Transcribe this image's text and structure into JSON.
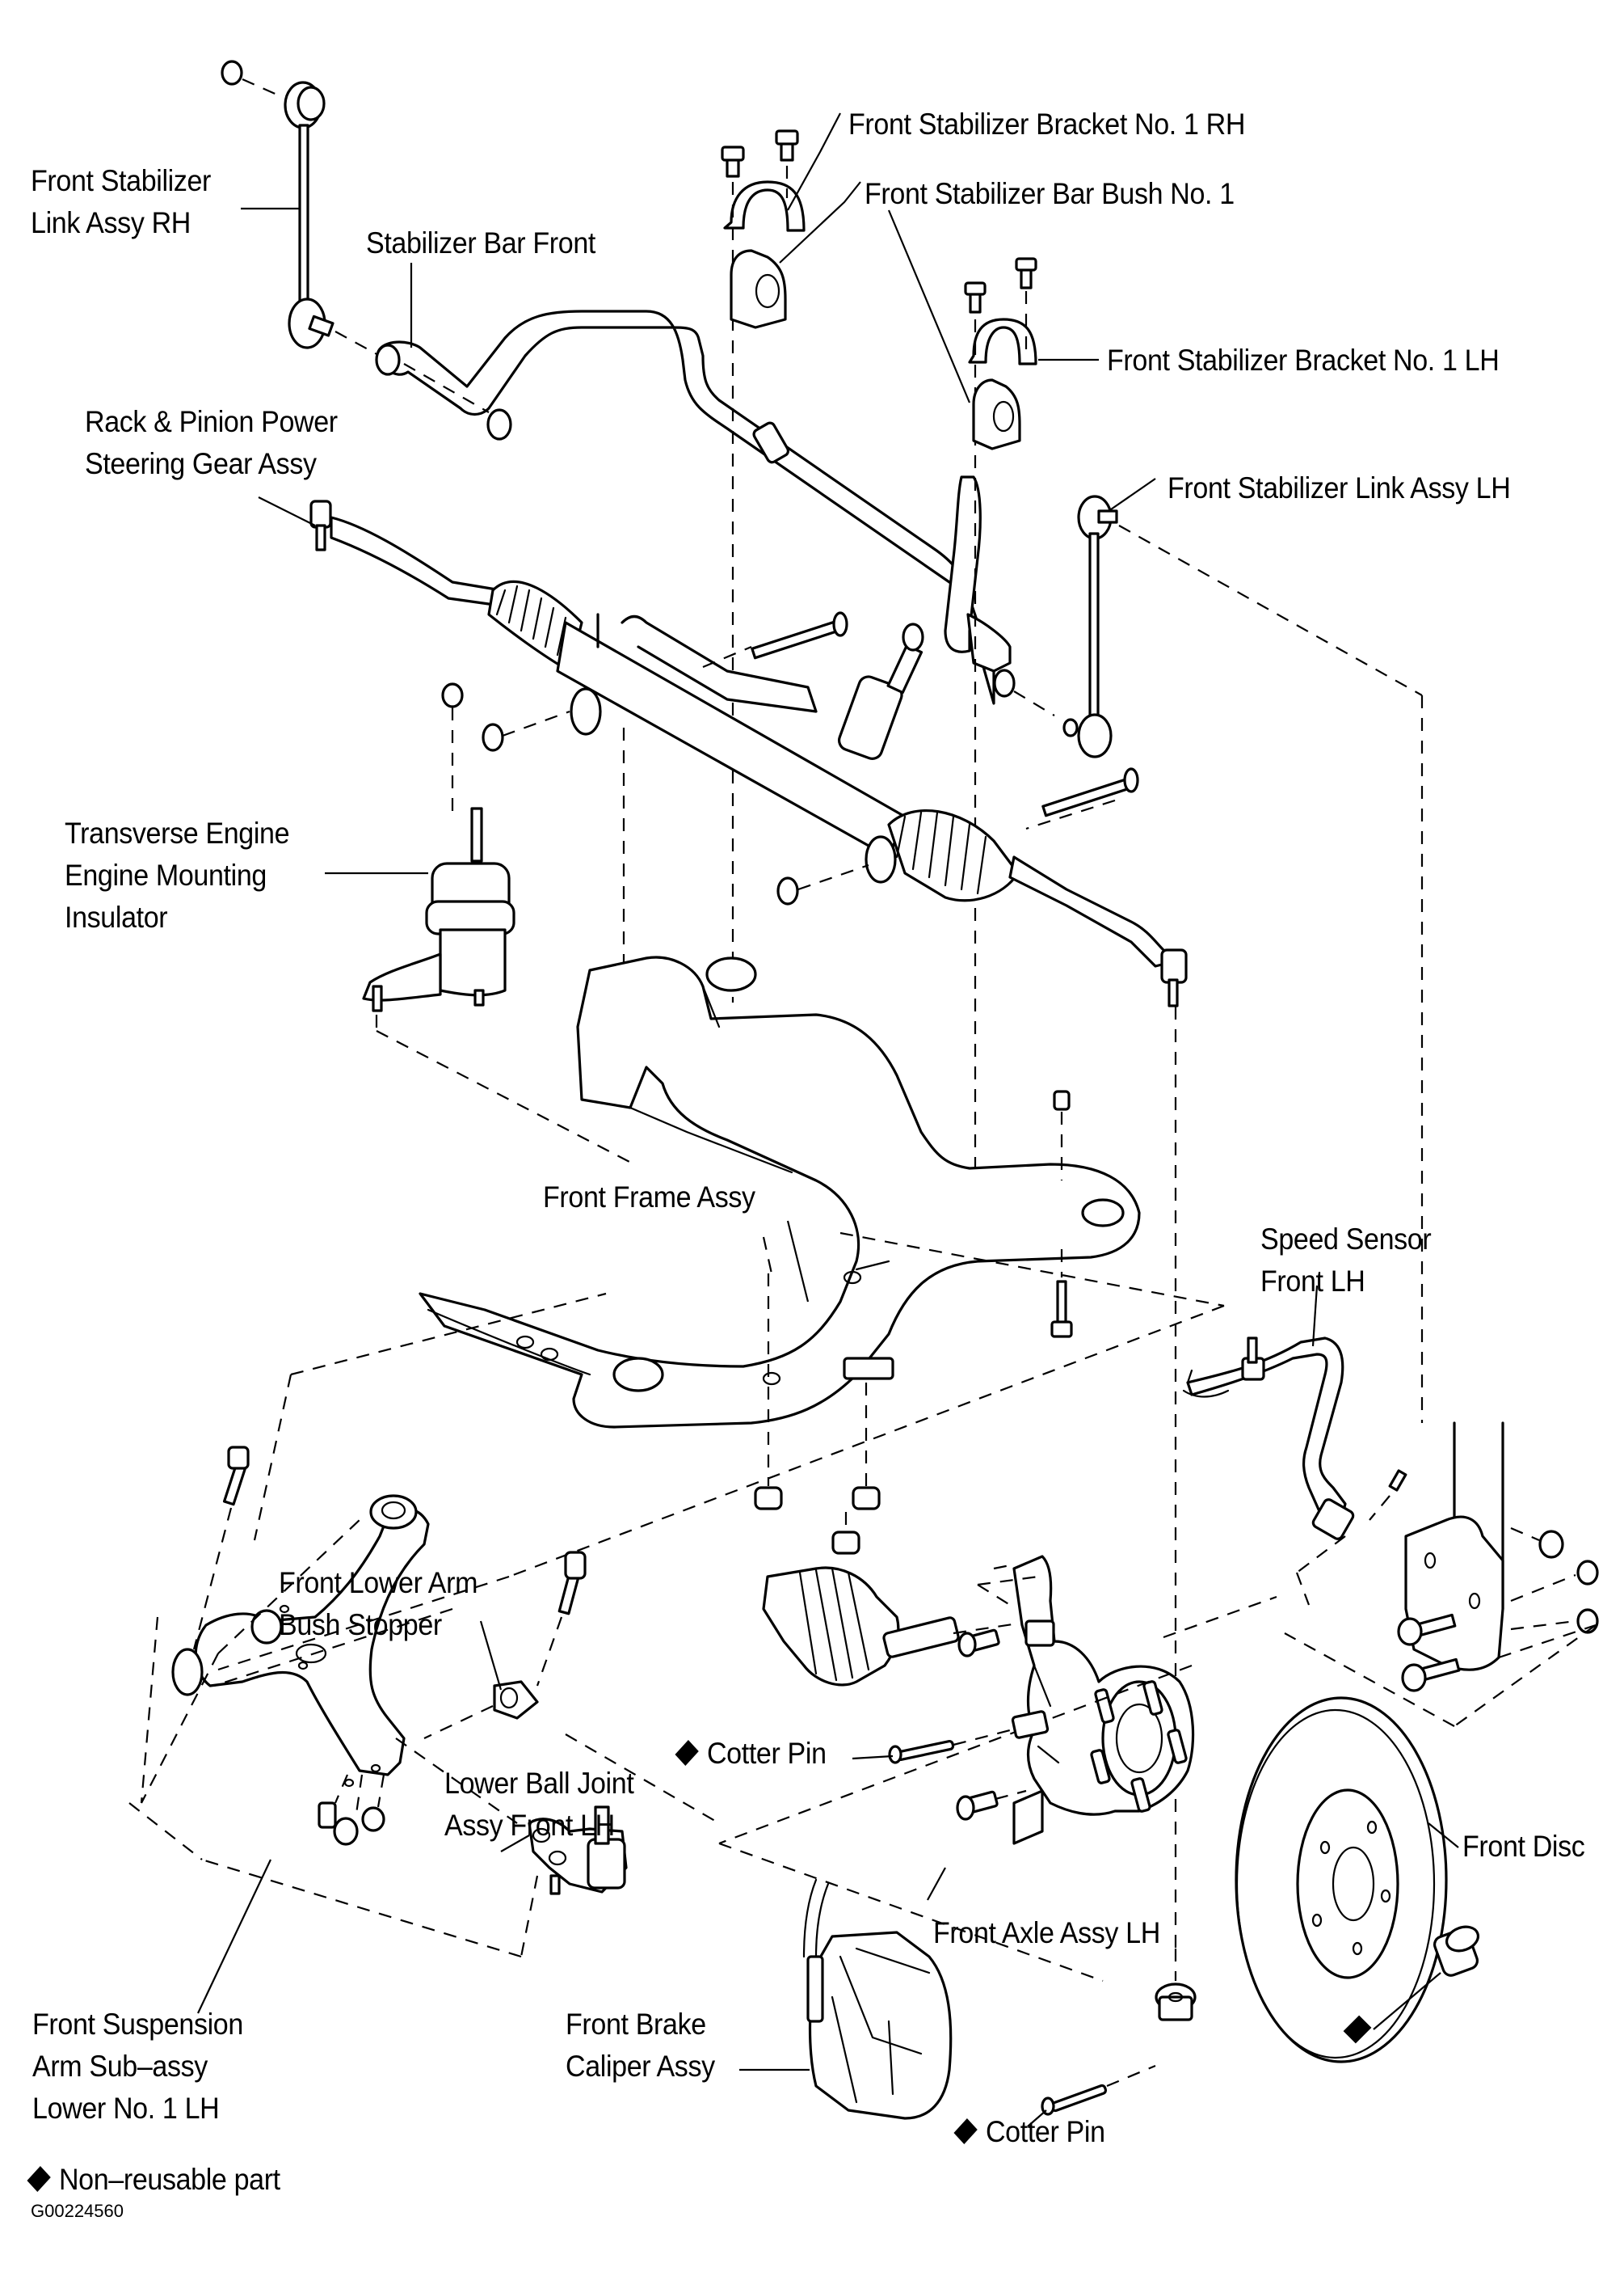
{
  "figure_code": "G00224560",
  "legend": {
    "symbol": "diamond",
    "text": "Non–reusable part"
  },
  "labels": {
    "stab_link_rh": [
      "Front Stabilizer",
      "Link Assy RH"
    ],
    "stab_bar_front": [
      "Stabilizer Bar Front"
    ],
    "bracket_rh": [
      "Front Stabilizer Bracket No. 1 RH"
    ],
    "bar_bush": [
      "Front Stabilizer Bar Bush No. 1"
    ],
    "bracket_lh": [
      "Front Stabilizer Bracket No. 1 LH"
    ],
    "stab_link_lh": [
      "Front Stabilizer Link Assy LH"
    ],
    "steering_gear": [
      "Rack & Pinion Power",
      "Steering Gear Assy"
    ],
    "engine_mount": [
      "Transverse Engine",
      "Engine Mounting",
      "Insulator"
    ],
    "front_frame": [
      "Front Frame Assy"
    ],
    "speed_sensor": [
      "Speed Sensor",
      "Front LH"
    ],
    "bush_stopper": [
      "Front Lower Arm",
      "Bush Stopper"
    ],
    "cotter_pin_upper": [
      "Cotter Pin"
    ],
    "ball_joint": [
      "Lower Ball Joint",
      "Assy Front LH"
    ],
    "front_disc": [
      "Front Disc"
    ],
    "front_axle": [
      "Front Axle Assy LH"
    ],
    "lower_arm": [
      "Front Suspension",
      "Arm Sub–assy",
      "Lower No. 1 LH"
    ],
    "brake_caliper": [
      "Front Brake",
      "Caliper Assy"
    ],
    "cotter_pin_lower": [
      "Cotter Pin"
    ]
  },
  "non_reusable_parts": [
    "cotter_pin_upper",
    "cotter_pin_lower",
    "hub_nut"
  ]
}
